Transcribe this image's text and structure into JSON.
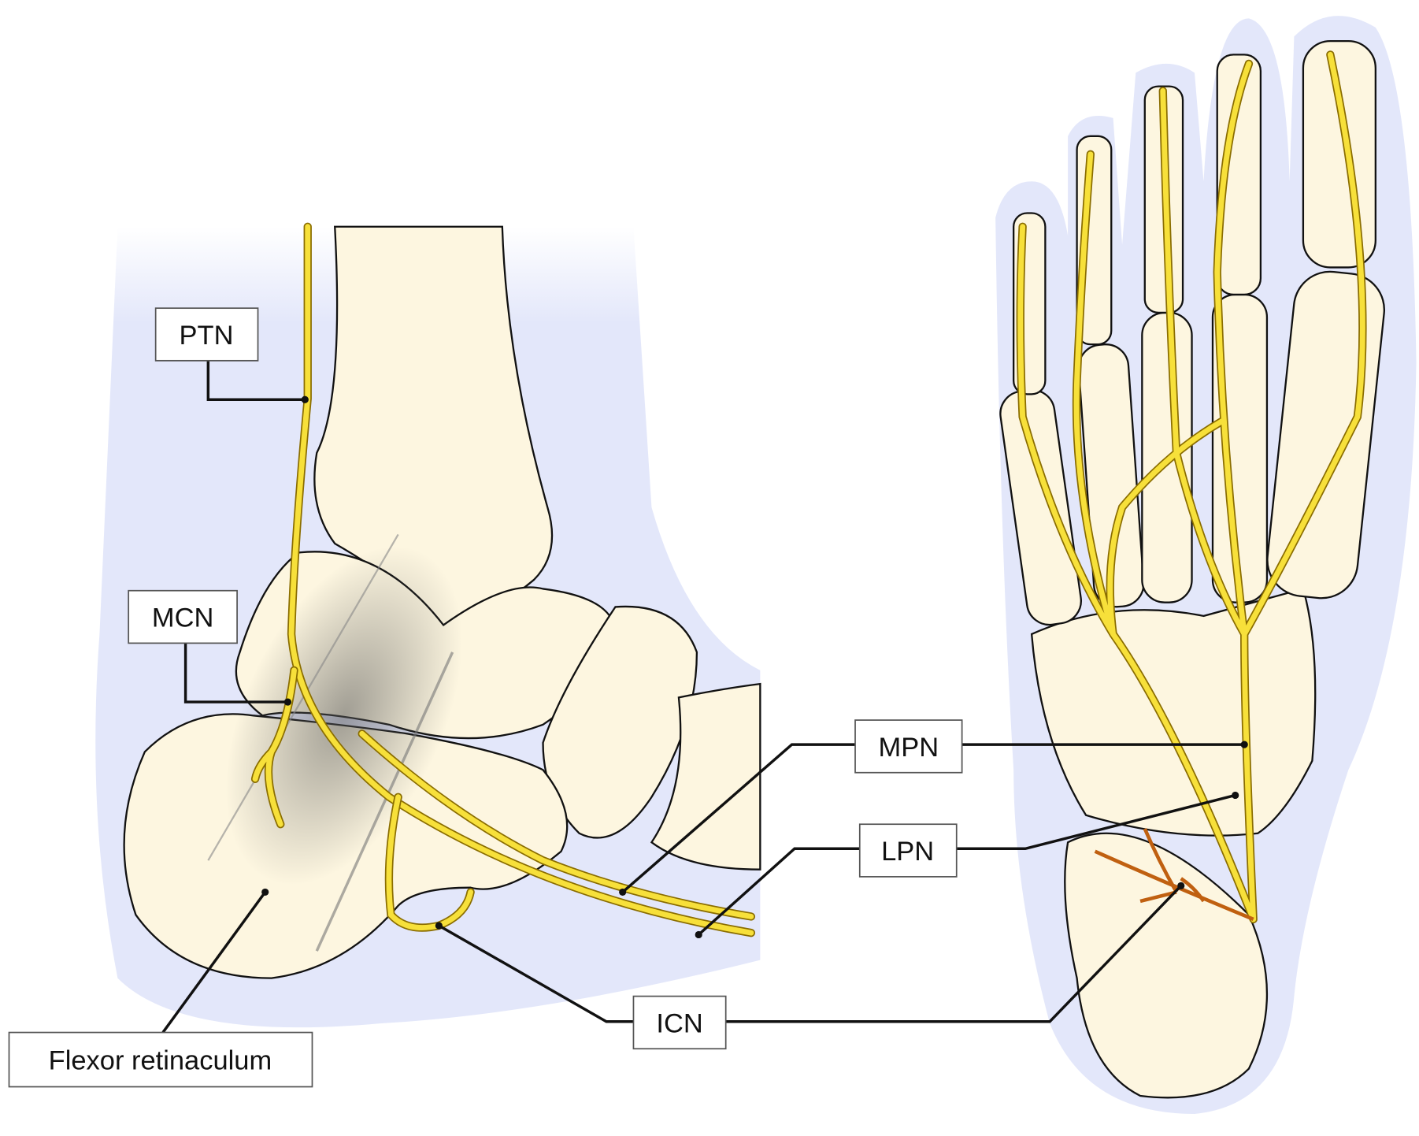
{
  "labels": {
    "ptn": "PTN",
    "mcn": "MCN",
    "mpn": "MPN",
    "lpn": "LPN",
    "icn": "ICN",
    "flexor": "Flexor retinaculum"
  },
  "colors": {
    "skin": "#e3e7fa",
    "bone": "#fdf6e0",
    "nerve": "#f7e03a",
    "nerve_branch": "#f0a020"
  }
}
